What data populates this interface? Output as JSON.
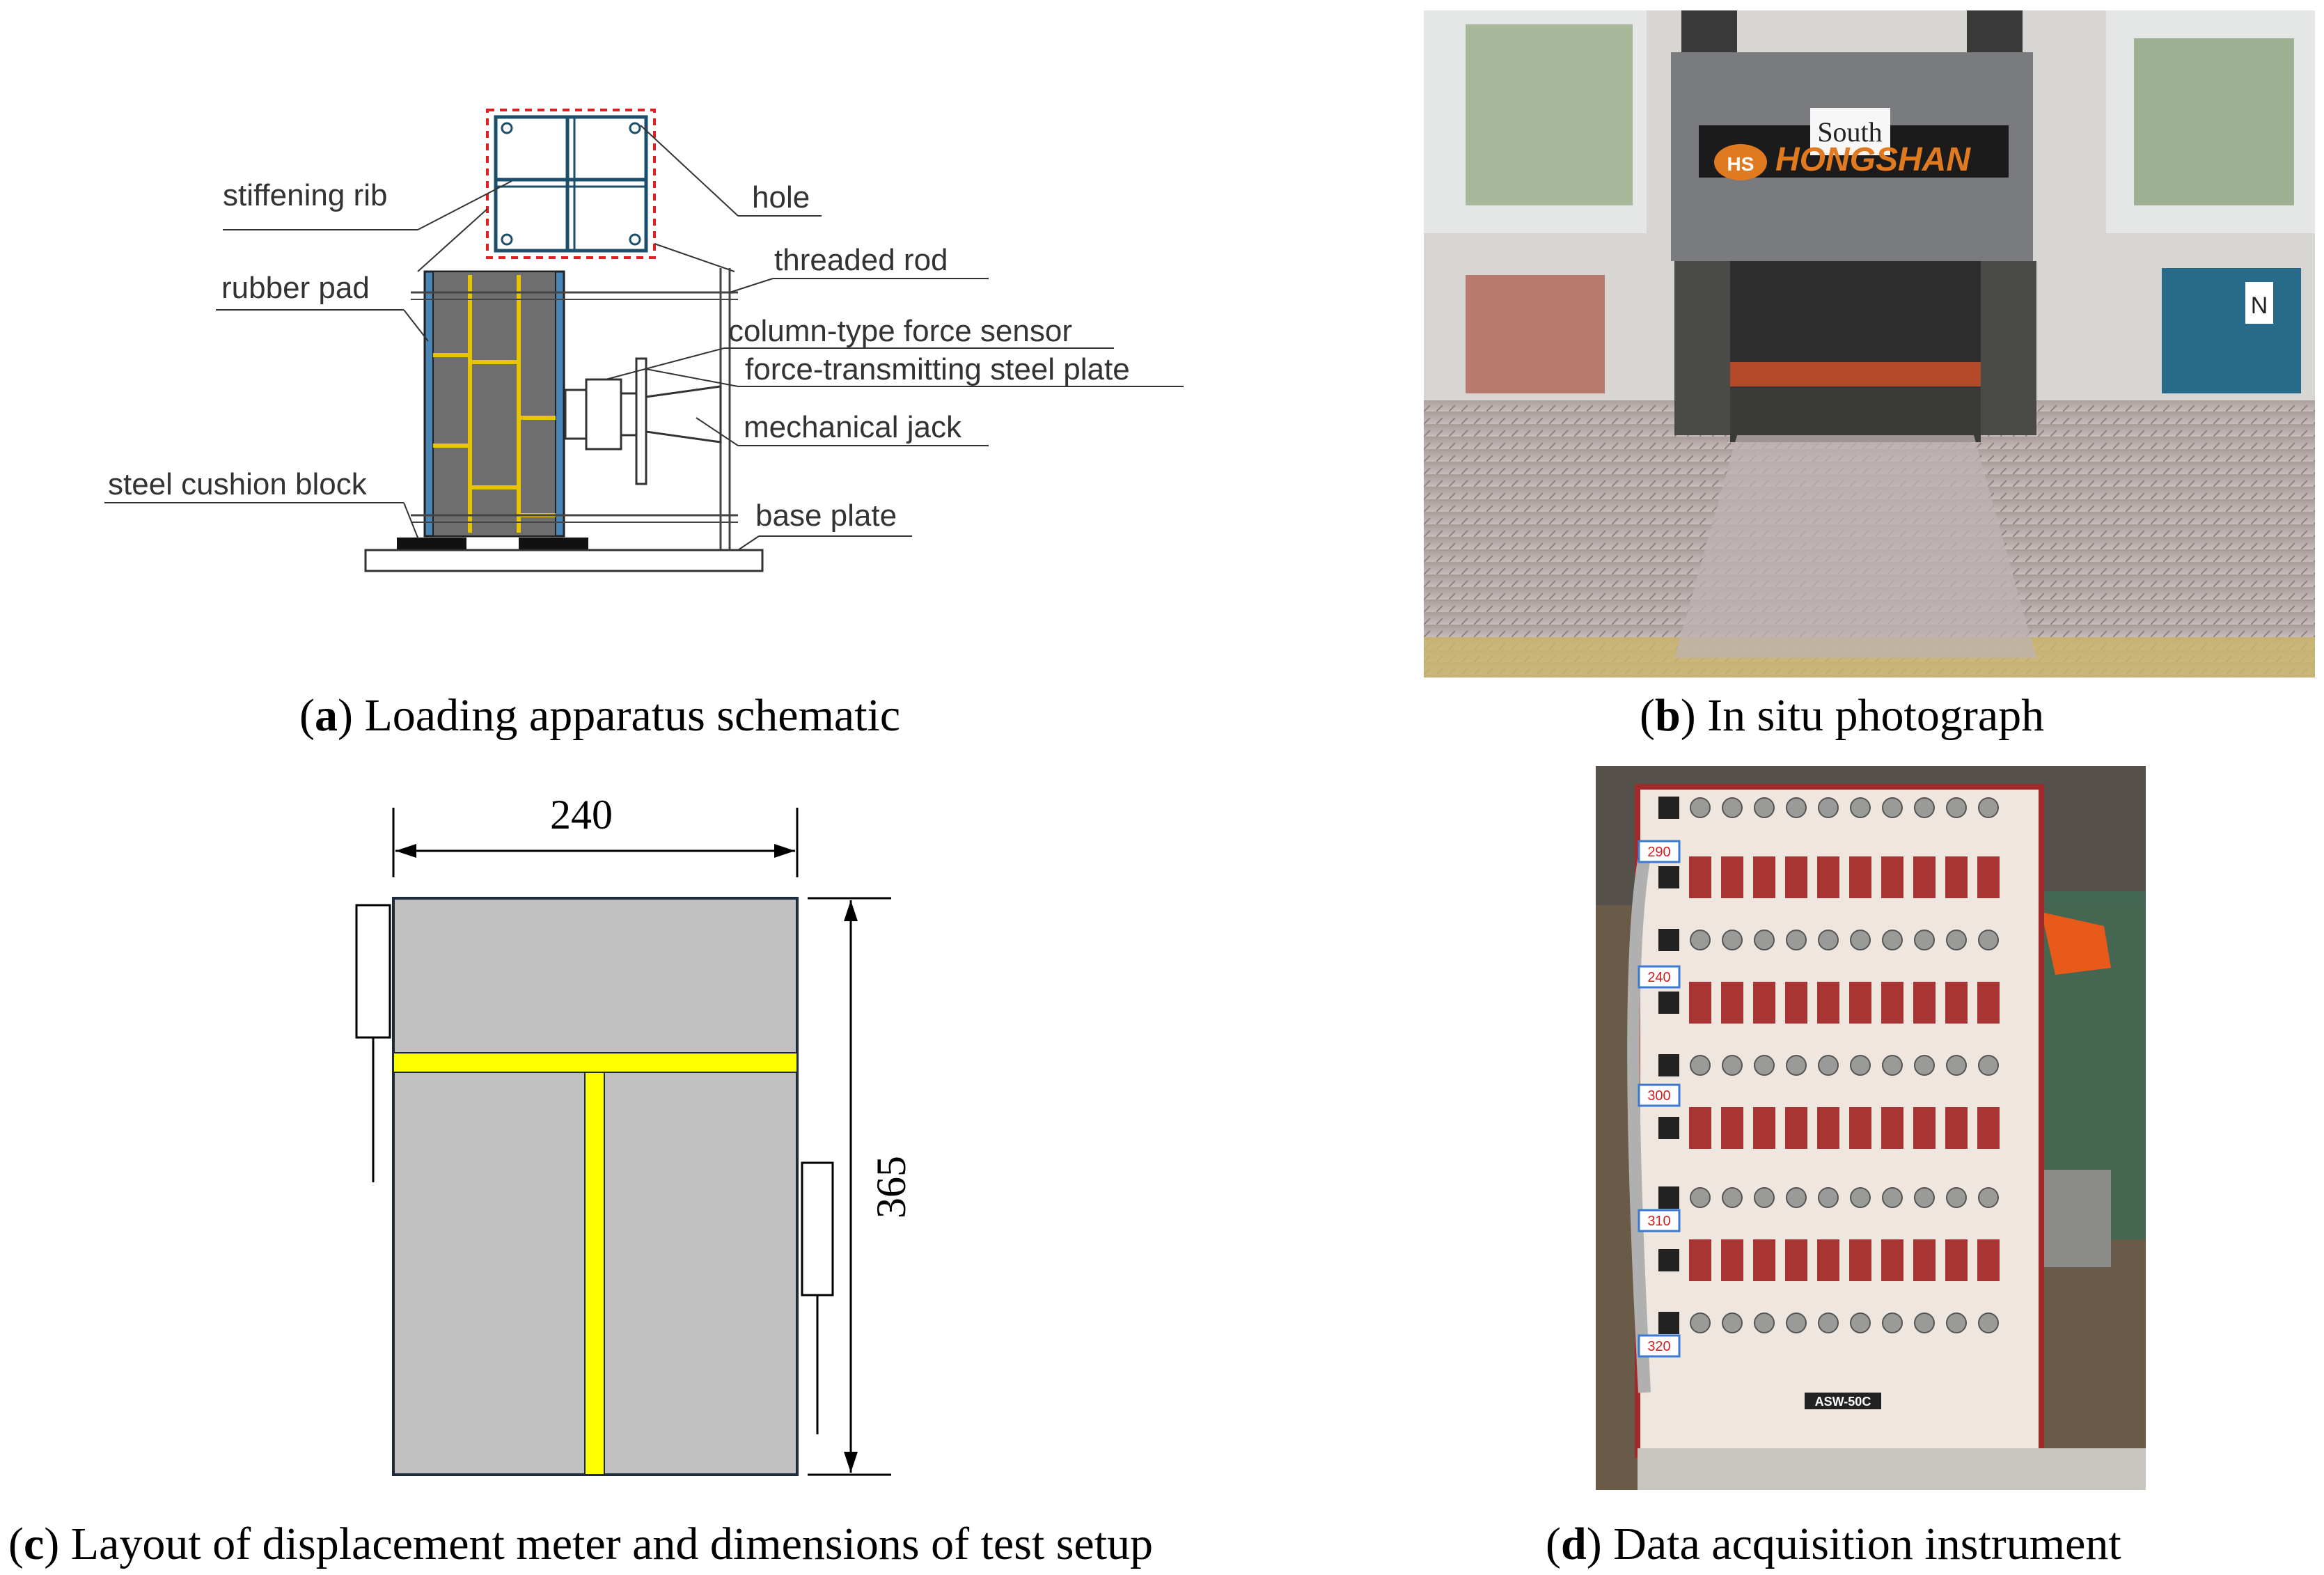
{
  "panel_a": {
    "labels": {
      "stiffening_rib": "stiffening rib",
      "hole": "hole",
      "rubber_pad": "rubber pad",
      "threaded_rod": "threaded rod",
      "column_sensor": "column-type force sensor",
      "force_plate": "force-transmitting steel plate",
      "mechanical_jack": "mechanical jack",
      "steel_cushion": "steel cushion block",
      "base_plate": "base plate"
    },
    "caption_letter": "a",
    "caption_text": ") Loading apparatus schematic"
  },
  "panel_b": {
    "sign_text": "South",
    "brand_text": "HONGSHAN",
    "brand_mark": "HS",
    "side_sign": "N",
    "caption_letter": "b",
    "caption_text": ") In situ photograph"
  },
  "panel_c": {
    "width_dim": "240",
    "height_dim": "365",
    "caption_letter": "c",
    "caption_text": ") Layout of displacement meter and dimensions of test setup"
  },
  "panel_d": {
    "tags": [
      "290",
      "240",
      "300",
      "310",
      "320"
    ],
    "device_label": "ASW-50C",
    "caption_letter": "d",
    "caption_text": ") Data acquisition instrument"
  }
}
